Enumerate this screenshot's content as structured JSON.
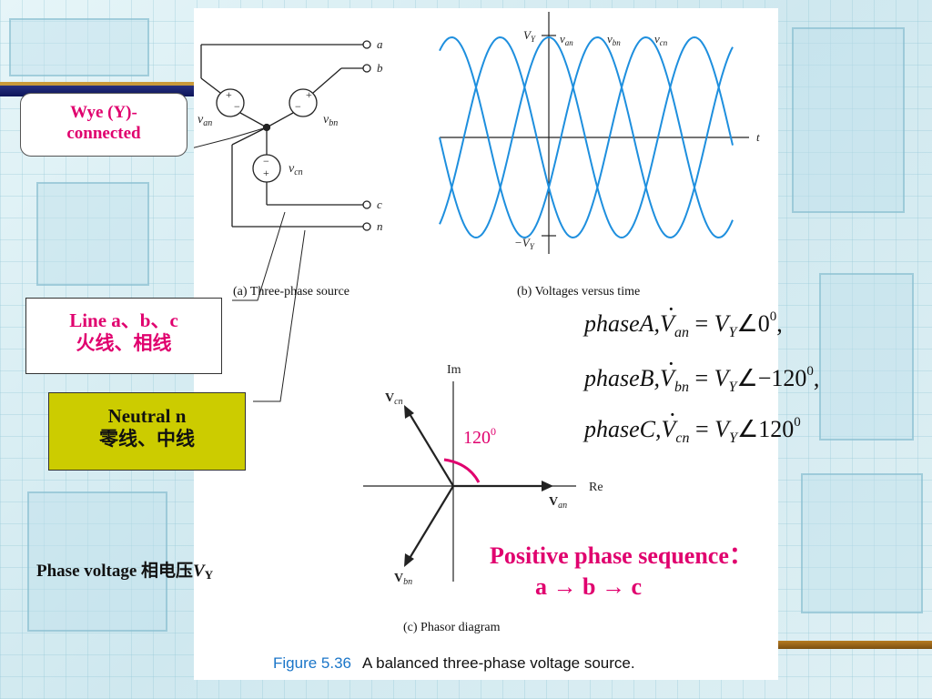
{
  "slide": {
    "figure_caption": {
      "number": "Figure 5.36",
      "text": "A balanced three-phase voltage source."
    },
    "captions": {
      "a": "(a) Three-phase source",
      "b": "(b) Voltages versus time",
      "c": "(c) Phasor diagram"
    },
    "circuit": {
      "terminals": [
        "a",
        "b",
        "c",
        "n"
      ],
      "sources": [
        "v_an",
        "v_bn",
        "v_cn"
      ]
    },
    "waveform": {
      "top_label": "V_Y",
      "bottom_label": "−V_Y",
      "series": [
        "v_an",
        "v_bn",
        "v_cn"
      ],
      "time_label": "t",
      "color": "#1e8fde"
    },
    "phasor": {
      "im_label": "Im",
      "re_label": "Re",
      "vectors": [
        {
          "name": "V_an",
          "angle_deg": 0
        },
        {
          "name": "V_bn",
          "angle_deg": -120
        },
        {
          "name": "V_cn",
          "angle_deg": 120
        }
      ],
      "angle_mark": "120",
      "angle_sup": "0",
      "accent": "#e0006e"
    },
    "callouts": {
      "wye_line1": "Wye (Y)-",
      "wye_line2": "connected",
      "line_line1": "Line a、b、c",
      "line_line2": "火线、相线",
      "neutral_line1": "Neutral n",
      "neutral_line2": "零线、中线"
    },
    "phase_voltage": {
      "label": "Phase voltage 相电压",
      "symbol": "V",
      "sub": "Y"
    },
    "equations": [
      {
        "prefix": "phaseA,",
        "v": "V",
        "vsub": "an",
        "rhs": "V",
        "rhssub": "Y",
        "angle": "0",
        "sup": "0",
        "tail": ","
      },
      {
        "prefix": "phaseB,",
        "v": "V",
        "vsub": "bn",
        "rhs": "V",
        "rhssub": "Y",
        "angle": "−120",
        "sup": "0",
        "tail": ","
      },
      {
        "prefix": "phaseC,",
        "v": "V",
        "vsub": "cn",
        "rhs": "V",
        "rhssub": "Y",
        "angle": "120",
        "sup": "0",
        "tail": ""
      }
    ],
    "sequence": {
      "title": "Positive phase sequence：",
      "order": "a → b → c"
    },
    "colors": {
      "accent": "#e0006e",
      "wave": "#1e8fde",
      "neutral_box": "#cccc00",
      "band": "#1a2470"
    }
  }
}
